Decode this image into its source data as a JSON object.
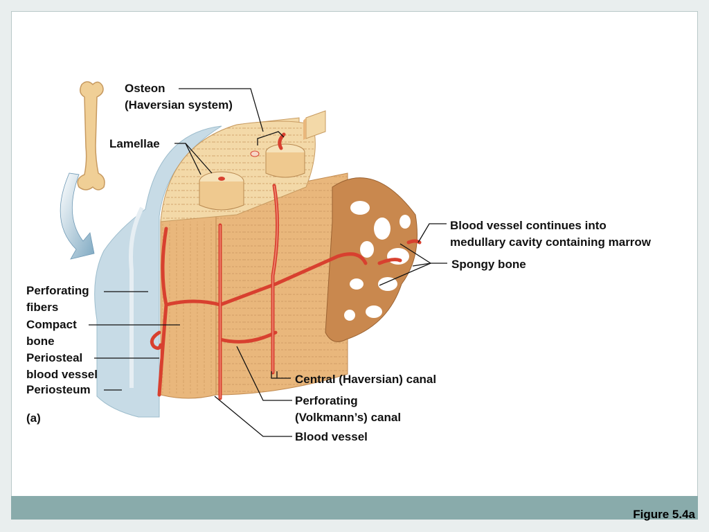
{
  "labels": {
    "osteon": "Osteon",
    "haversian_system": "(Haversian system)",
    "lamellae": "Lamellae",
    "blood_vessel_continues_1": "Blood vessel continues into",
    "blood_vessel_continues_2": "medullary cavity containing marrow",
    "spongy_bone": "Spongy bone",
    "perforating_fibers_1": "Perforating",
    "perforating_fibers_2": "fibers",
    "compact_bone_1": "Compact",
    "compact_bone_2": "bone",
    "periosteal_vessel_1": "Periosteal",
    "periosteal_vessel_2": "blood vessel",
    "periosteum": "Periosteum",
    "panel": "(a)",
    "central_canal": "Central (Haversian) canal",
    "perforating_canal_1": "Perforating",
    "perforating_canal_2": "(Volkmann’s) canal",
    "blood_vessel": "Blood vessel"
  },
  "figure_number": "Figure 5.4a",
  "colors": {
    "bone": "#e9b77c",
    "bone_top": "#f3d9a8",
    "bone_dark": "#d79e5f",
    "vessel": "#d8402f",
    "spongy": "#c9884e",
    "periosteum": "#c7dbe6",
    "footer": "#89abab"
  }
}
